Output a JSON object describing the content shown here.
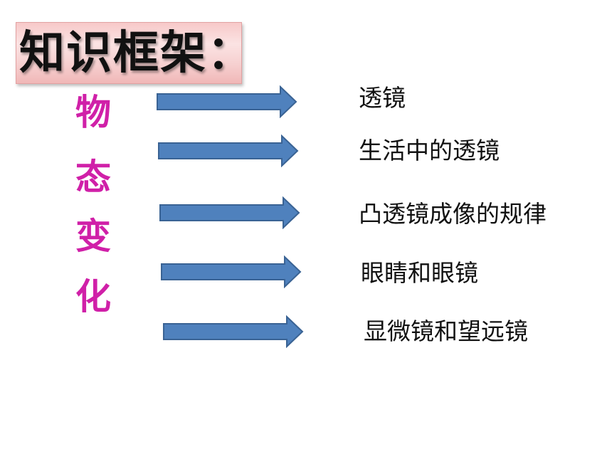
{
  "title": "知识框架：",
  "vertical_chars": [
    "物",
    "态",
    "变",
    "化"
  ],
  "items": [
    "透镜",
    "生活中的透镜",
    "凸透镜成像的规律",
    "眼睛和眼镜",
    "显微镜和望远镜"
  ],
  "colors": {
    "vertical_text": "#d020a8",
    "arrow_fill": "#4f81bd",
    "arrow_stroke": "#3a6394",
    "title_bg": "#f7c9c9"
  }
}
